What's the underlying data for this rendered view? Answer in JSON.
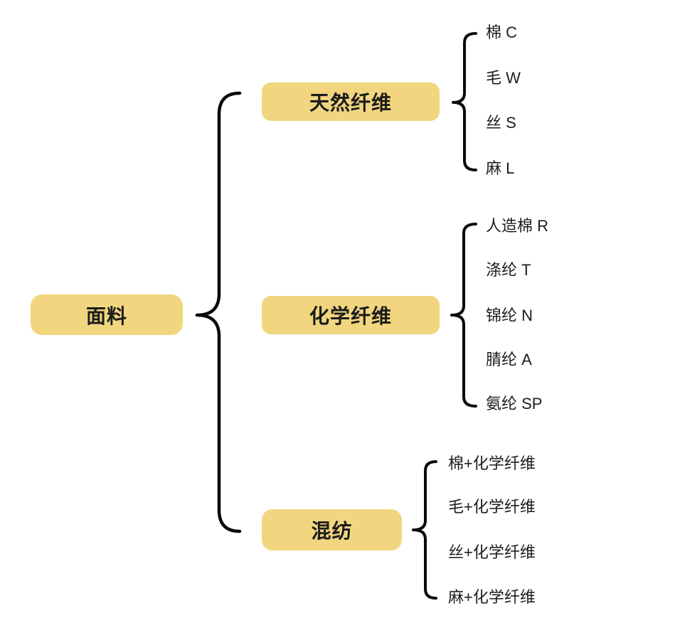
{
  "diagram": {
    "root": {
      "label": "面料"
    },
    "branches": [
      {
        "label": "天然纤维",
        "children": [
          {
            "label": "棉 C"
          },
          {
            "label": "毛 W"
          },
          {
            "label": "丝 S"
          },
          {
            "label": "麻 L"
          }
        ]
      },
      {
        "label": "化学纤维",
        "children": [
          {
            "label": "人造棉 R"
          },
          {
            "label": "涤纶 T"
          },
          {
            "label": "锦纶 N"
          },
          {
            "label": "腈纶 A"
          },
          {
            "label": "氨纶 SP"
          }
        ]
      },
      {
        "label": "混纺",
        "children": [
          {
            "label": "棉+化学纤维"
          },
          {
            "label": "毛+化学纤维"
          },
          {
            "label": "丝+化学纤维"
          },
          {
            "label": "麻+化学纤维"
          }
        ]
      }
    ],
    "colors": {
      "node_fill": "#F1D67F",
      "text": "#1C1C1C",
      "line": "#0A0A0A",
      "background": "#FFFFFF"
    }
  }
}
